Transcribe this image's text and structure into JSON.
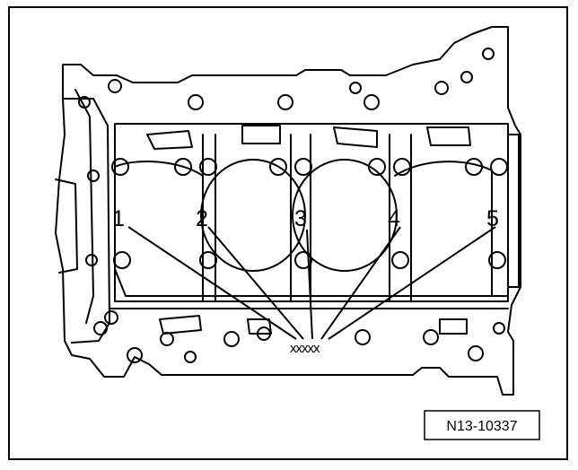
{
  "figure": {
    "code": "N13-10337",
    "marker_label": "xxxxx",
    "callouts": [
      "1",
      "2",
      "3",
      "4",
      "5"
    ]
  },
  "colors": {
    "line": "#000000",
    "background": "#ffffff"
  },
  "icons": [
    "engine-block-illustration"
  ]
}
